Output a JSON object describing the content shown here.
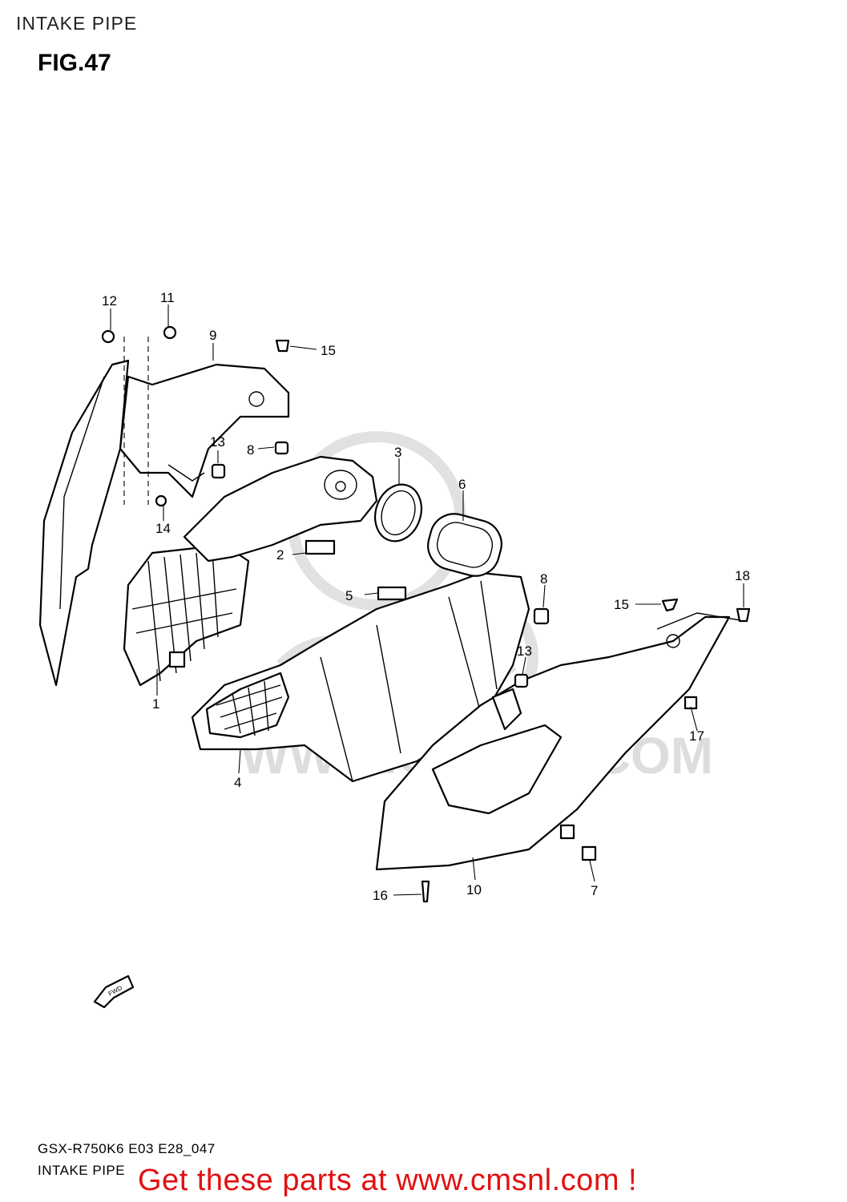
{
  "header": {
    "title": "INTAKE PIPE",
    "figure": "FIG.47"
  },
  "callouts": [
    {
      "id": "c12",
      "label": "12"
    },
    {
      "id": "c11",
      "label": "11"
    },
    {
      "id": "c9",
      "label": "9"
    },
    {
      "id": "c15a",
      "label": "15"
    },
    {
      "id": "c13a",
      "label": "13"
    },
    {
      "id": "c8a",
      "label": "8"
    },
    {
      "id": "c3",
      "label": "3"
    },
    {
      "id": "c6",
      "label": "6"
    },
    {
      "id": "c14",
      "label": "14"
    },
    {
      "id": "c2",
      "label": "2"
    },
    {
      "id": "c5",
      "label": "5"
    },
    {
      "id": "c8b",
      "label": "8"
    },
    {
      "id": "c18",
      "label": "18"
    },
    {
      "id": "c15b",
      "label": "15"
    },
    {
      "id": "c13b",
      "label": "13"
    },
    {
      "id": "c1",
      "label": "1"
    },
    {
      "id": "c17",
      "label": "17"
    },
    {
      "id": "c4",
      "label": "4"
    },
    {
      "id": "c16",
      "label": "16"
    },
    {
      "id": "c10",
      "label": "10"
    },
    {
      "id": "c7",
      "label": "7"
    }
  ],
  "fwd_arrow": "FWD",
  "footer": {
    "model_code": "GSX-R750K6 E03 E28_047",
    "title": "INTAKE PIPE",
    "promo": "Get these parts at www.cmsnl.com !"
  },
  "colors": {
    "promo": "#e21111",
    "watermark": "#c8c8c8"
  }
}
